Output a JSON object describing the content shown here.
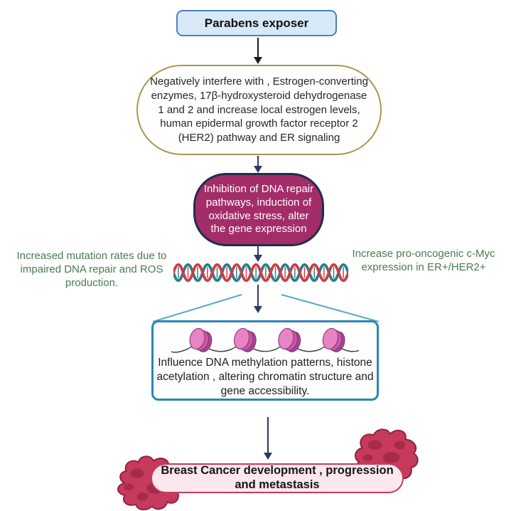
{
  "flow": {
    "source": {
      "label": "Parabens exposer"
    },
    "mechanism": {
      "text": "Negatively interfere with , Estrogen-converting enzymes, 17β-hydroxysteroid dehydrogenase 1 and 2 and increase local estrogen levels, human epidermal growth factor receptor 2 (HER2) pathway and ER signaling"
    },
    "dna_damage": {
      "text": "Inhibition of DNA repair pathways, induction of oxidative stress, alter the gene expression"
    },
    "left_note": {
      "text": "Increased mutation rates due to impaired DNA repair and ROS production."
    },
    "right_note": {
      "text": "Increase pro-oncogenic c-Myc expression in ER+/HER2+"
    },
    "epigenetic": {
      "text": "Influence DNA methylation patterns, histone acetylation , altering chromatin structure and gene accessibility."
    },
    "outcome": {
      "text": "Breast Cancer development , progression and metastasis"
    }
  },
  "icons": {
    "dna_helix": "dna-double-helix",
    "nucleosomes": "nucleosome-bead-string",
    "tumors": "tumor-mass"
  },
  "colors": {
    "source_fill": "#d7e9f7",
    "source_border": "#4c7fbe",
    "mechanism_border": "#ab9551",
    "dna_damage_fill": "#a32d68",
    "dna_damage_border": "#232c4e",
    "note_green": "#4c7a51",
    "dna_red": "#cc3e45",
    "dna_teal": "#2a7e8a",
    "epigenetic_border": "#2a86b8",
    "nucleosome_pink": "#e884c4",
    "outcome_fill": "#fce7ee",
    "outcome_border": "#c23d62",
    "tumor_fill": "#c63a5b",
    "arrow_navy": "#2b3964",
    "arrow_black": "#1a1a1a"
  }
}
